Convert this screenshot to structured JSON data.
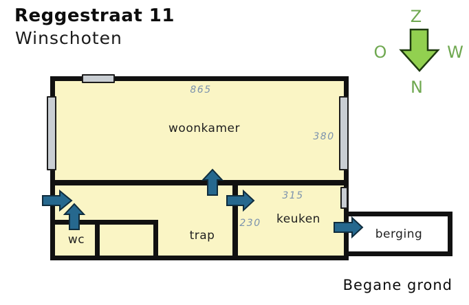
{
  "title": {
    "street": "Reggestraat 11",
    "city": "Winschoten"
  },
  "compass": {
    "south": "Z",
    "east": "O",
    "west": "W",
    "north": "N",
    "arrow_direction": "down"
  },
  "plan": {
    "rooms": {
      "woonkamer": "woonkamer",
      "keuken": "keuken",
      "trap": "trap",
      "wc": "wc",
      "berging": "berging"
    },
    "dimensions": {
      "woonkamer_width": "865",
      "woonkamer_depth": "380",
      "keuken_width": "315",
      "keuken_depth": "230"
    },
    "floor_label": "Begane grond"
  },
  "colors": {
    "room_fill": "#faf5c5",
    "wall": "#111111",
    "window_fill": "#c9ced3",
    "door_arrow_fill": "#26688e",
    "door_arrow_stroke": "#0f2c3d",
    "dimension_text": "#7b92ad",
    "compass_arrow_fill": "#92d050",
    "compass_arrow_stroke": "#1e3a10",
    "compass_letter": "#6fa850"
  }
}
